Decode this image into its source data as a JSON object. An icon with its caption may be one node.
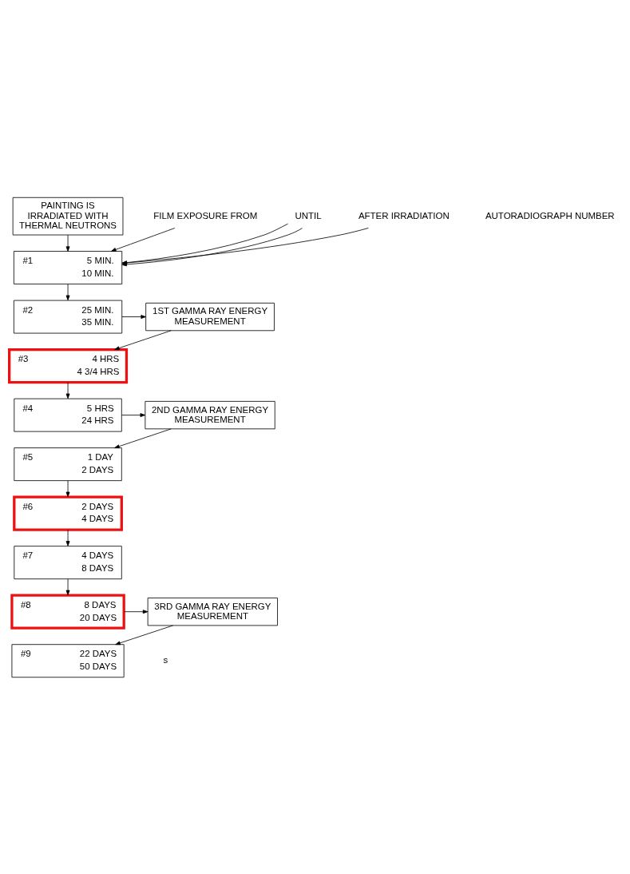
{
  "diagram": {
    "nodes": [
      {
        "text": [
          "PAINTING IS IRRADIATED WITH THERMAL NEUTRONS"
        ]
      },
      {
        "text": [
          "#1",
          "5 MIN.",
          "10 MIN."
        ]
      },
      {
        "text": [
          "#2",
          "25 MIN.",
          "35 MIN."
        ]
      },
      {
        "text": [
          "1ST GAMMA RAY ENERGY MEASUREMENT"
        ]
      },
      {
        "text": [
          "#3",
          "4 HRS",
          "4 3/4 HRS"
        ]
      },
      {
        "text": [
          "#4",
          "5 HRS",
          "24 HRS"
        ]
      },
      {
        "text": [
          "2ND GAMMA RAY ENERGY MEASUREMENT"
        ]
      },
      {
        "text": [
          "#5",
          "1 DAY",
          "2 DAYS"
        ]
      },
      {
        "text": [
          "#6",
          "2 DAYS",
          "4 DAYS"
        ]
      },
      {
        "text": [
          "#7",
          "4 DAYS",
          "8 DAYS"
        ]
      },
      {
        "text": [
          "#8",
          "8 DAYS",
          "20 DAYS"
        ]
      },
      {
        "text": [
          "3RD GAMMA RAY ENERGY MEASUREMENT"
        ]
      },
      {
        "text": [
          "#9",
          "22 DAYS",
          "50 DAYS"
        ]
      },
      {
        "text": [
          "FILM EXPOSURE FROM"
        ]
      },
      {
        "text": [
          "UNTIL"
        ]
      },
      {
        "text": [
          "AFTER IRRADIATION"
        ]
      }
    ],
    "edges": [
      {
        "from": 0,
        "to": 1,
        "arrow": "to"
      },
      {
        "from": 13,
        "to": 1,
        "arrow": "to"
      },
      {
        "from": 14,
        "to": 1,
        "arrow": "to"
      },
      {
        "from": 14,
        "to": 1,
        "arrow": "to"
      },
      {
        "from": 15,
        "to": 1,
        "arrow": "to"
      },
      {
        "from": 1,
        "to": 2,
        "arrow": "to"
      },
      {
        "from": 2,
        "to": 3,
        "arrow": "to"
      },
      {
        "from": 3,
        "to": 4,
        "arrow": "to"
      },
      {
        "from": 4,
        "to": 5,
        "arrow": "to"
      },
      {
        "from": 5,
        "to": 6,
        "arrow": "to"
      },
      {
        "from": 6,
        "to": 7,
        "arrow": "to"
      },
      {
        "from": 7,
        "to": 8,
        "arrow": "to"
      },
      {
        "from": 8,
        "to": 9,
        "arrow": "to"
      },
      {
        "from": 9,
        "to": 10,
        "arrow": "to"
      },
      {
        "from": 10,
        "to": 11,
        "arrow": "to"
      },
      {
        "from": 11,
        "to": 12,
        "arrow": "to"
      }
    ],
    "labels": [
      "AUTORADIOGRAPH NUMBER",
      "s"
    ]
  }
}
